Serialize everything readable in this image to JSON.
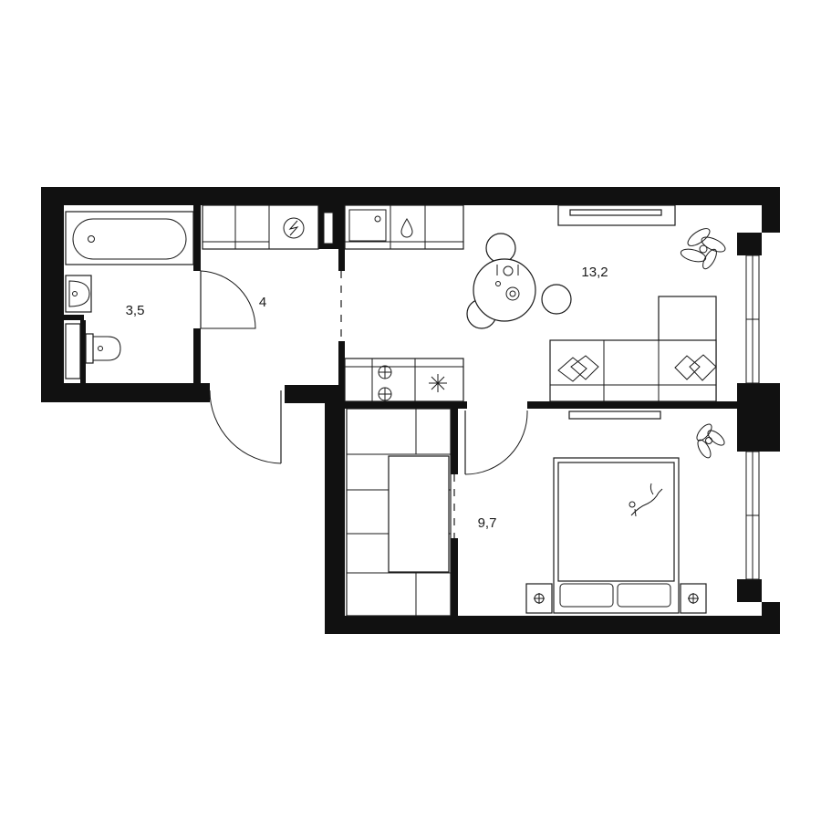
{
  "rooms": [
    {
      "id": "bathroom",
      "area": "3,5"
    },
    {
      "id": "hallway",
      "area": "4"
    },
    {
      "id": "kitchen-living",
      "area": "13,2"
    },
    {
      "id": "bedroom",
      "area": "9,7"
    }
  ],
  "icons": {
    "washer": "washing-machine-icon",
    "sink": "water-drop-icon",
    "hob": "cooktop-icon",
    "fridge": "snowflake-icon"
  },
  "colors": {
    "wall": "#111111",
    "line": "#1a1a1a",
    "background": "#ffffff"
  }
}
